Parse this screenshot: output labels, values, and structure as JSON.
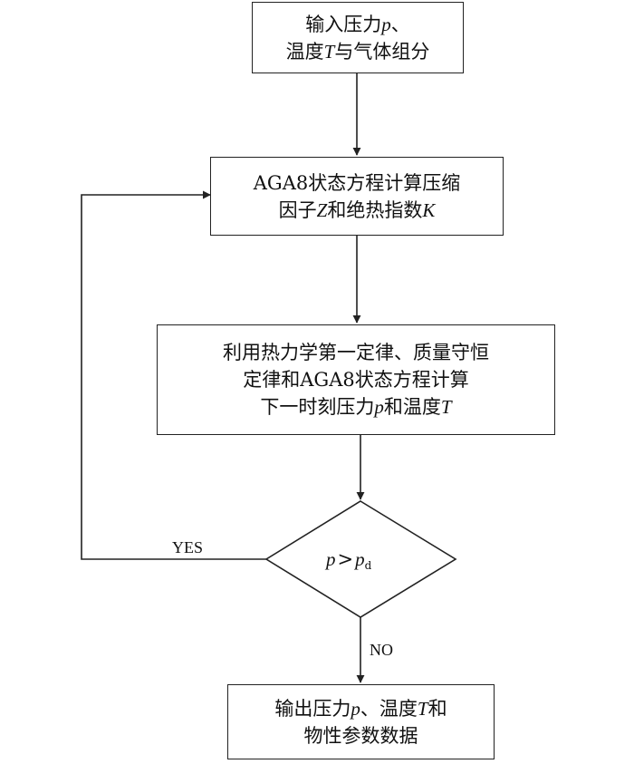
{
  "nodes": {
    "input": {
      "line1": "输入压力",
      "line1_var": "p",
      "line1_end": "、",
      "line2_start": "温度",
      "line2_var": "T",
      "line2_end": "与气体组分"
    },
    "aga8": {
      "line1": "AGA8状态方程计算压缩",
      "line2_start": "因子",
      "line2_var1": "Z",
      "line2_mid": "和绝热指数",
      "line2_var2": "K"
    },
    "compute": {
      "line1": "利用热力学第一定律、质量守恒",
      "line2": "定律和AGA8状态方程计算",
      "line3_start": "下一时刻压力",
      "line3_var1": "p",
      "line3_mid": "和温度",
      "line3_var2": "T"
    },
    "decision": {
      "lhs": "p",
      "op": ">",
      "rhs": "p",
      "rhs_sub": "d"
    },
    "output": {
      "line1_start": "输出压力",
      "line1_var1": "p",
      "line1_mid": "、温度",
      "line1_var2": "T",
      "line1_end": "和",
      "line2": "物性参数数据"
    }
  },
  "edges": {
    "yes_label": "YES",
    "no_label": "NO"
  }
}
